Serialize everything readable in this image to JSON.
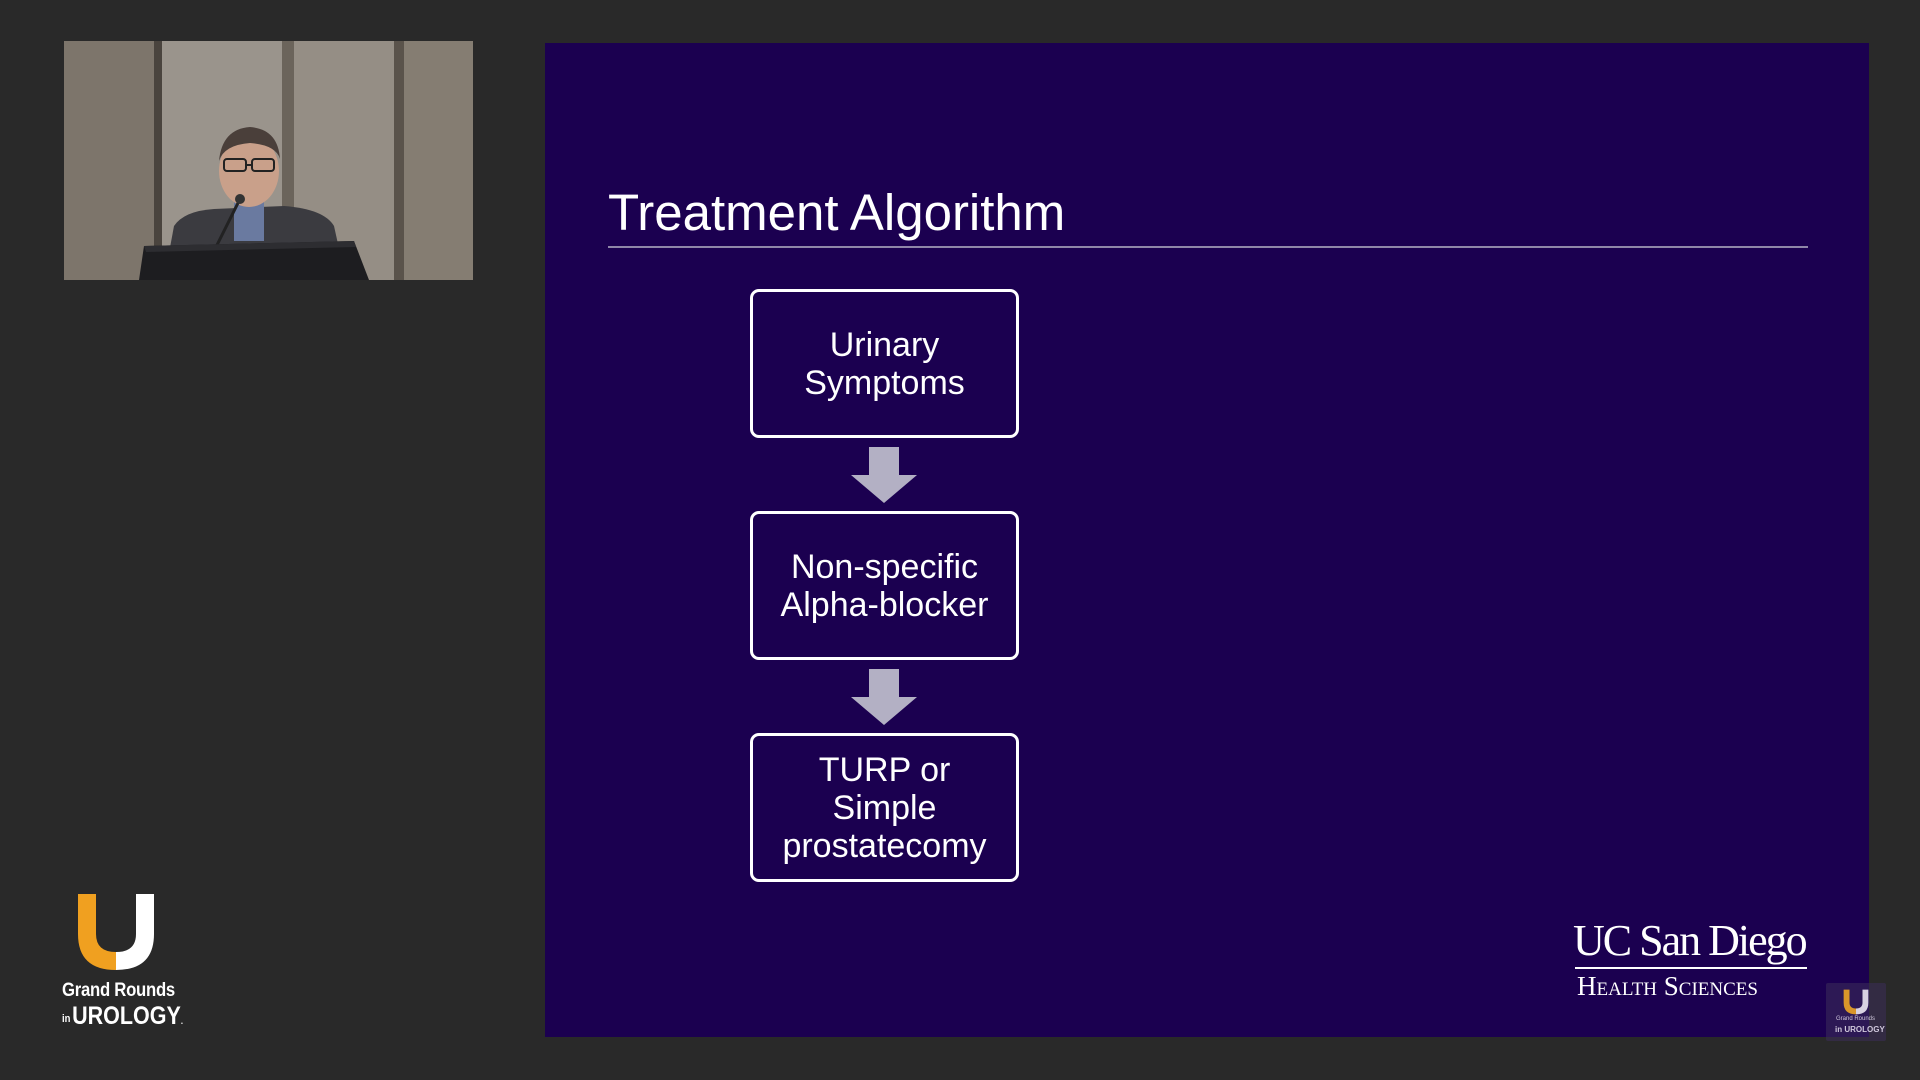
{
  "speaker_video": {
    "description_icon": "presenter-video-icon"
  },
  "branding": {
    "grand_rounds": {
      "line1": "Grand Rounds",
      "line2_prefix": "in",
      "line2": "UROLOGY",
      "line2_mark": ".",
      "colors": {
        "u_orange": "#f0a020",
        "u_white": "#ffffff"
      }
    },
    "watermark": {
      "line1": "Grand Rounds",
      "line2": "in UROLOGY"
    }
  },
  "slide": {
    "title": "Treatment Algorithm",
    "background_color": "#1b0050",
    "flowchart": {
      "nodes": [
        {
          "lines": [
            "Urinary",
            "Symptoms"
          ]
        },
        {
          "lines": [
            "Non-specific",
            "Alpha-blocker"
          ]
        },
        {
          "lines": [
            "TURP or",
            "Simple",
            "prostatecomy"
          ]
        }
      ],
      "arrow_color": "#b3b0c4"
    },
    "institution_logo": {
      "name": "UC San Diego",
      "subtitle": "Health Sciences"
    }
  }
}
